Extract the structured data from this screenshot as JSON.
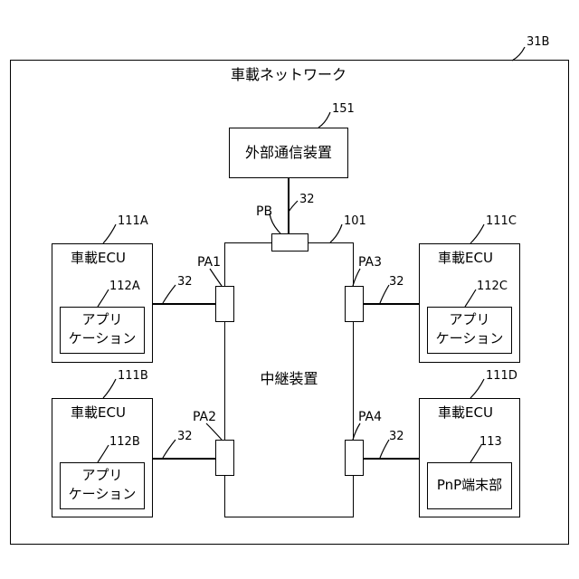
{
  "figure_ref": "31B",
  "network": {
    "title": "車載ネットワーク"
  },
  "external_comm": {
    "label": "外部通信装置",
    "ref": "151"
  },
  "relay": {
    "label": "中継装置",
    "ref": "101"
  },
  "link_ref": "32",
  "ports": {
    "pb": "PB",
    "pa1": "PA1",
    "pa2": "PA2",
    "pa3": "PA3",
    "pa4": "PA4"
  },
  "ecus": {
    "a": {
      "label": "車載ECU",
      "ref": "111A",
      "inner_ref": "112A",
      "inner_line1": "アプリ",
      "inner_line2": "ケーション"
    },
    "b": {
      "label": "車載ECU",
      "ref": "111B",
      "inner_ref": "112B",
      "inner_line1": "アプリ",
      "inner_line2": "ケーション"
    },
    "c": {
      "label": "車載ECU",
      "ref": "111C",
      "inner_ref": "112C",
      "inner_line1": "アプリ",
      "inner_line2": "ケーション"
    },
    "d": {
      "label": "車載ECU",
      "ref": "111D",
      "inner_ref": "113",
      "inner_line1": "PnP端末部"
    }
  }
}
